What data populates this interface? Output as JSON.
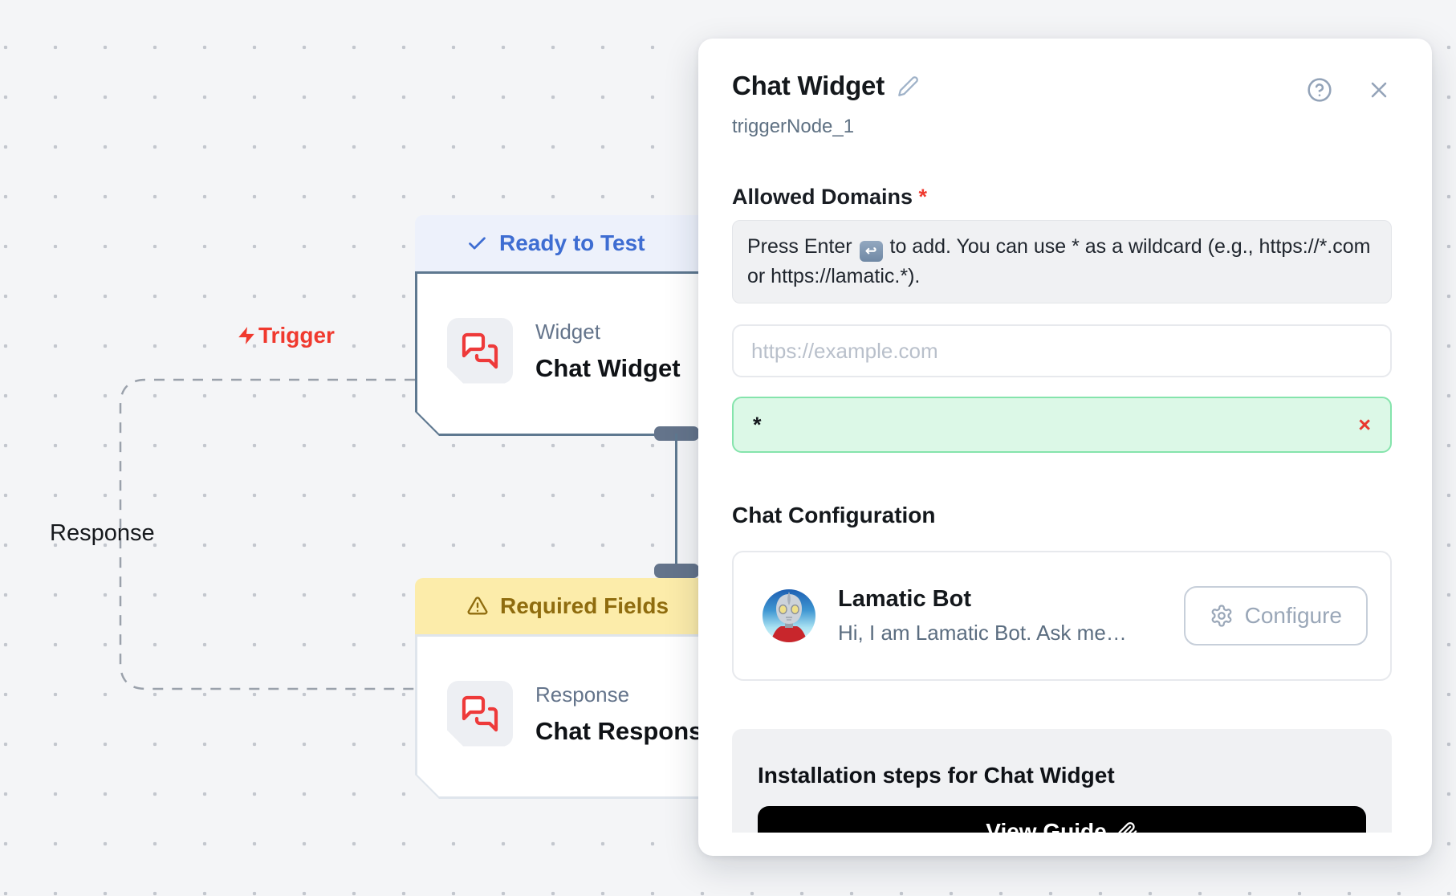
{
  "canvas": {
    "trigger_label": "Trigger",
    "response_edge_label": "Response",
    "nodes": [
      {
        "badge": "Ready to Test",
        "category": "Widget",
        "title": "Chat Widget"
      },
      {
        "badge": "Required Fields",
        "category": "Response",
        "title": "Chat Response"
      }
    ]
  },
  "panel": {
    "title": "Chat Widget",
    "subtitle": "triggerNode_1",
    "allowed_domains": {
      "label": "Allowed Domains",
      "required_mark": "*",
      "hint_prefix": "Press Enter",
      "hint_key": "↩",
      "hint_suffix": "to add. You can use * as a wildcard (e.g., https://*.com or https://lamatic.*).",
      "input_placeholder": "https://example.com",
      "domains": [
        {
          "value": "*"
        }
      ],
      "remove_glyph": "×"
    },
    "chat_configuration": {
      "heading": "Chat Configuration",
      "bot_name": "Lamatic Bot",
      "bot_description": "Hi, I am Lamatic Bot. Ask me…",
      "configure_label": "Configure"
    },
    "installation": {
      "heading": "Installation steps for Chat Widget",
      "view_guide_label": "View Guide"
    }
  }
}
